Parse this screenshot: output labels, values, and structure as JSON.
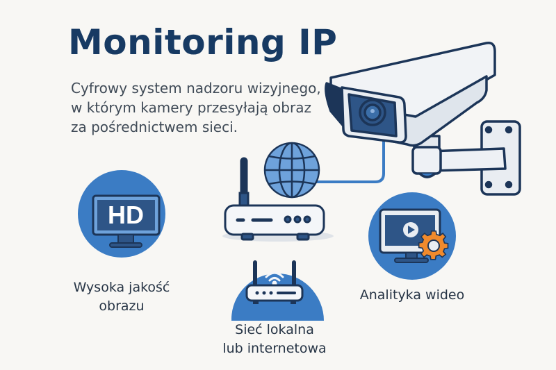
{
  "title": "Monitoring IP",
  "subtitle": {
    "lines": [
      "Cyfrowy system nadzoru wizyjnego,",
      "w którym kamery przesyłają obraz",
      "za pośrednictwem sieci."
    ]
  },
  "features": [
    {
      "icon": "hd-monitor-icon",
      "badge": "HD",
      "label_lines": [
        "Wysoka jakość",
        "obrazu"
      ]
    },
    {
      "icon": "wifi-router-icon",
      "label_lines": [
        "Sieć lokalna",
        "lub internetowa"
      ]
    },
    {
      "icon": "video-analytics-icon",
      "label_lines": [
        "Analityka wideo"
      ]
    }
  ],
  "illustration": {
    "camera": "cctv-camera-icon",
    "globe": "globe-icon",
    "router": "router-icon"
  },
  "colors": {
    "title": "#173a63",
    "accent_blue": "#3b7cc4",
    "dark_navy": "#1c3558",
    "gear_orange": "#f08a2c",
    "background": "#f8f7f4"
  }
}
